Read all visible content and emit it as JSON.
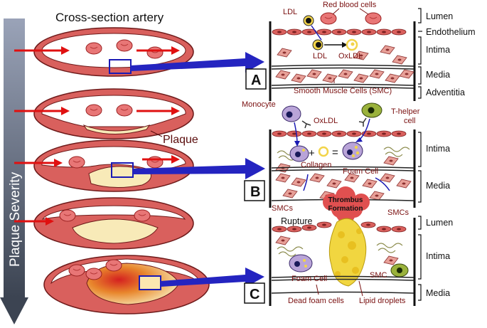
{
  "left": {
    "title": "Cross-section artery",
    "plaque_label": "Plaque",
    "severity_label": "Plaque Severity"
  },
  "panels": {
    "a": {
      "letter": "A",
      "ldl": "LDL",
      "red_blood_cells": "Red blood cells",
      "ldl2": "LDL",
      "oxldl": "OxLDL",
      "smc": "Smooth Muscle Cells (SMC)"
    },
    "b": {
      "letter": "B",
      "monocyte": "Monocyte",
      "oxldl": "OxLDL",
      "t_helper": "T-helper",
      "cell": "cell",
      "collagen": "Collagen",
      "foam_cell": "Foam Cell",
      "smcs_left": "SMCs",
      "smcs_right": "SMCs"
    },
    "c": {
      "letter": "C",
      "thrombus_line1": "Thrombus",
      "thrombus_line2": "Formation",
      "rupture": "Rupture",
      "foam_cell": "Foam Cell",
      "smc": "SMC",
      "dead_foam": "Dead foam cells",
      "lipid": "Lipid droplets"
    }
  },
  "layers": {
    "a": [
      "Lumen",
      "Endothelium",
      "Intima",
      "Media",
      "Adventitia"
    ],
    "b": [
      "Intima",
      "Media"
    ],
    "c": [
      "Lumen",
      "Intima",
      "Media"
    ]
  },
  "colors": {
    "vessel_wall": "#d9605d",
    "lumen": "#ffffff",
    "plaque": "#f8eab8",
    "arrow_blue": "#1a1ab4",
    "severity_arrow": "#4a5060",
    "rbc": "#e87676",
    "smc": "#e8a098",
    "thrombus": "#e05050",
    "lipid": "#f1d640"
  }
}
